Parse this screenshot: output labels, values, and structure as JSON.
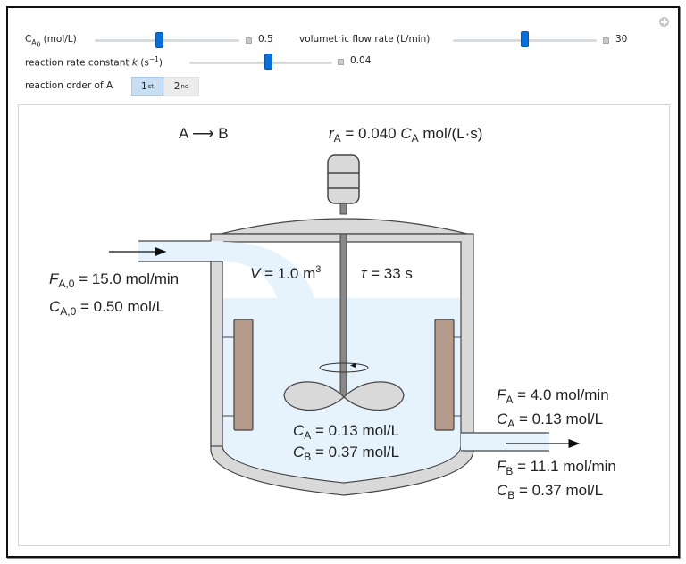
{
  "controls": {
    "ca0": {
      "label_main": "C",
      "label_sub": "A",
      "label_sub2": "0",
      "label_unit": " (mol/L)",
      "value": "0.5",
      "fraction": 0.45
    },
    "flow_rate": {
      "label": "volumetric flow rate (L/min)",
      "value": "30",
      "fraction": 0.5
    },
    "rate_constant": {
      "label_main": "reaction rate constant ",
      "label_k": "k",
      "label_unit_open": " (s",
      "label_exp": "−1",
      "label_unit_close": ")",
      "value": "0.04",
      "fraction": 0.55
    },
    "reaction_order": {
      "label": "reaction order of A",
      "options": [
        {
          "base": "1",
          "sup": "st",
          "selected": true
        },
        {
          "base": "2",
          "sup": "nd",
          "selected": false
        }
      ]
    }
  },
  "diagram": {
    "reaction": "A ⟶ B",
    "rate_law": {
      "r": "r",
      "r_sub": "A",
      "eq": " = 0.040 ",
      "c": "C",
      "c_sub": "A",
      "unit": " mol/(L·s)"
    },
    "volume": {
      "v": "V",
      "eq": " = 1.0 m",
      "exp": "3"
    },
    "residence_time": {
      "tau": "τ",
      "eq": " = 33 s"
    },
    "inlet": {
      "flow": {
        "sym": "F",
        "sub": "A,0",
        "text": " = 15.0 mol/min"
      },
      "conc": {
        "sym": "C",
        "sub": "A,0",
        "text": " = 0.50 mol/L"
      }
    },
    "reactor": {
      "ca": {
        "sym": "C",
        "sub": "A",
        "text": " = 0.13 mol/L"
      },
      "cb": {
        "sym": "C",
        "sub": "B",
        "text": " = 0.37 mol/L"
      }
    },
    "outlet": {
      "fa": {
        "sym": "F",
        "sub": "A",
        "text": " = 4.0 mol/min"
      },
      "ca": {
        "sym": "C",
        "sub": "A",
        "text": " = 0.13 mol/L"
      },
      "fb": {
        "sym": "F",
        "sub": "B",
        "text": " = 11.1 mol/min"
      },
      "cb": {
        "sym": "C",
        "sub": "B",
        "text": " = 0.37 mol/L"
      }
    },
    "colors": {
      "wall": "#d9d9d9",
      "liquid": "#e6f3fd",
      "baffle": "#b59a8c",
      "outline": "#444444",
      "slider": "#0a6fd6"
    }
  }
}
